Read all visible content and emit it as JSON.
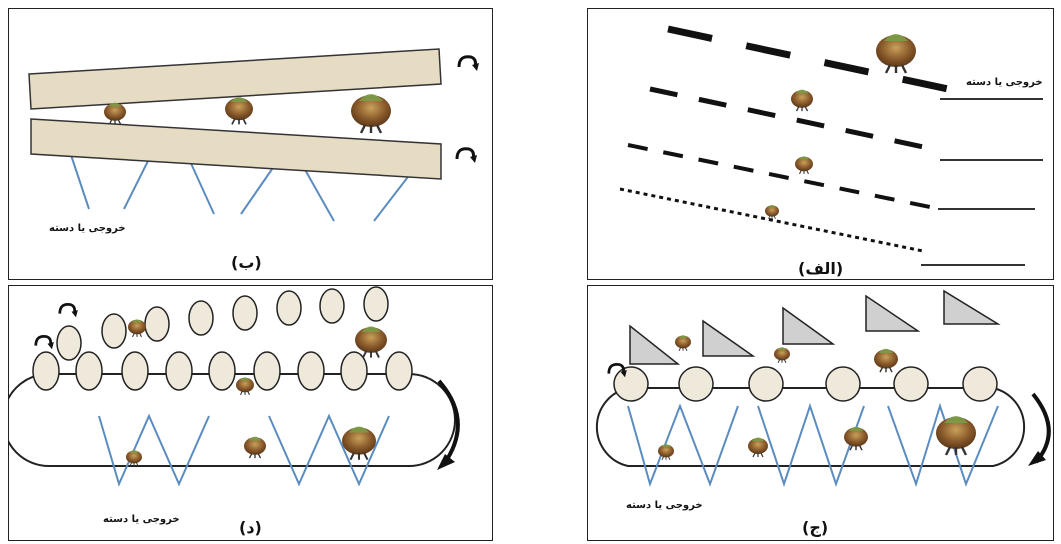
{
  "panels": {
    "alef": {
      "caption": "(الف)",
      "output_label": "خروجی یا دسته"
    },
    "be": {
      "caption": "(ب)",
      "output_label": "خروجی یا دسته"
    },
    "jim": {
      "caption": "(ج)",
      "output_label": "خروجی یا دسته"
    },
    "dal": {
      "caption": "(د)",
      "output_label": "خروجی یا دسته"
    }
  },
  "colors": {
    "board_fill": "#e6dcc4",
    "roller_fill": "#efe9dc",
    "triangle_fill": "#d0d0d0",
    "divider_blue": "#5b8cc0",
    "onion_body": "#8a5a2b",
    "onion_top": "#7aa04a"
  },
  "icons": [
    "onion-icon",
    "rotation-arrow-icon"
  ]
}
